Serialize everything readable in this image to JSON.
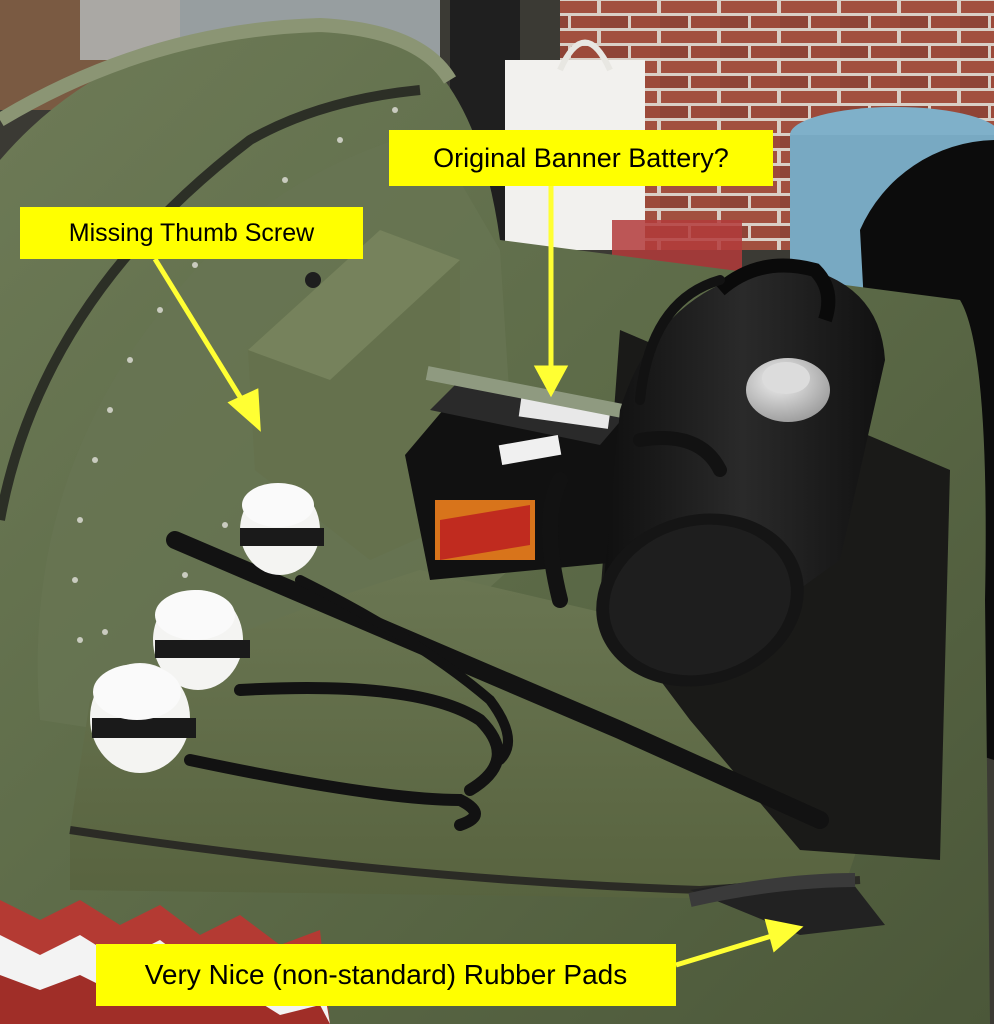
{
  "callouts": {
    "battery": "Original Banner Battery?",
    "screw": "Missing Thumb Screw",
    "pads": "Very Nice (non-standard) Rubber Pads"
  },
  "colors": {
    "body_green": "#5d6b48",
    "callout_yellow": "#ffff00",
    "arrow_yellow": "#ffff33",
    "tank_black": "#1c1c1c",
    "brick": "#9b4a3c"
  },
  "objects": [
    "sidecar-body",
    "battery-box-cover",
    "battery",
    "fuel-tank",
    "fuel-cap",
    "fluid-reservoirs",
    "hoses",
    "rubber-pads",
    "brick-wall"
  ]
}
